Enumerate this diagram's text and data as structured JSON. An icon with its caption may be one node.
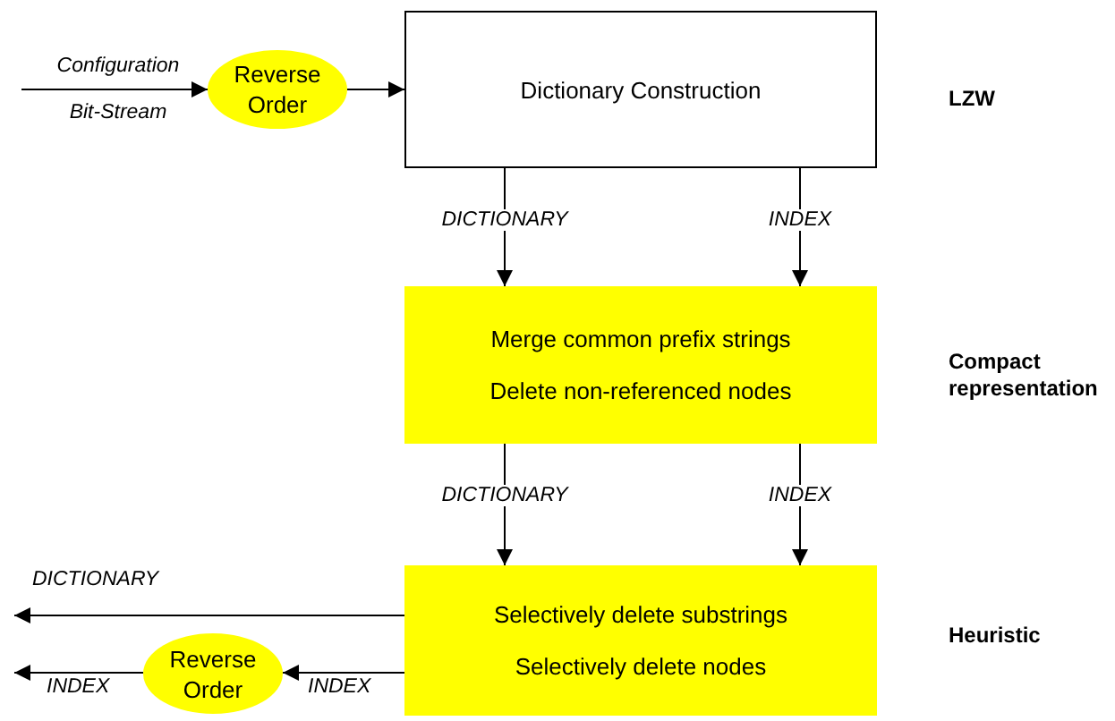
{
  "diagram": {
    "nodes": [
      {
        "text": [
          "Reverse Order"
        ]
      },
      {
        "text": [
          "Dictionary Construction"
        ],
        "beside": [
          "LZW"
        ]
      },
      {
        "text": [
          "Merge common prefix strings",
          "Delete non-referenced nodes"
        ],
        "beside": [
          "Compact representation"
        ]
      },
      {
        "text": [
          "Selectively delete substrings",
          "Selectively delete nodes"
        ],
        "beside": [
          "Heuristic"
        ]
      },
      {
        "text": [
          "Reverse Order"
        ]
      }
    ],
    "edges": [
      {
        "from": null,
        "to": 0,
        "arrow": "to",
        "label": "Configuration Bit-Stream"
      },
      {
        "from": 0,
        "to": 1,
        "arrow": "to"
      },
      {
        "from": 1,
        "to": 2,
        "arrow": "to",
        "label": "DICTIONARY"
      },
      {
        "from": 1,
        "to": 2,
        "arrow": "to",
        "label": "INDEX"
      },
      {
        "from": 2,
        "to": 3,
        "arrow": "to",
        "label": "DICTIONARY"
      },
      {
        "from": 2,
        "to": 3,
        "arrow": "to",
        "label": "INDEX"
      },
      {
        "from": 3,
        "to": null,
        "arrow": "to",
        "label": "DICTIONARY"
      },
      {
        "from": 3,
        "to": 4,
        "arrow": "to",
        "label": "INDEX"
      },
      {
        "from": 4,
        "to": null,
        "arrow": "to",
        "label": "INDEX"
      }
    ]
  }
}
